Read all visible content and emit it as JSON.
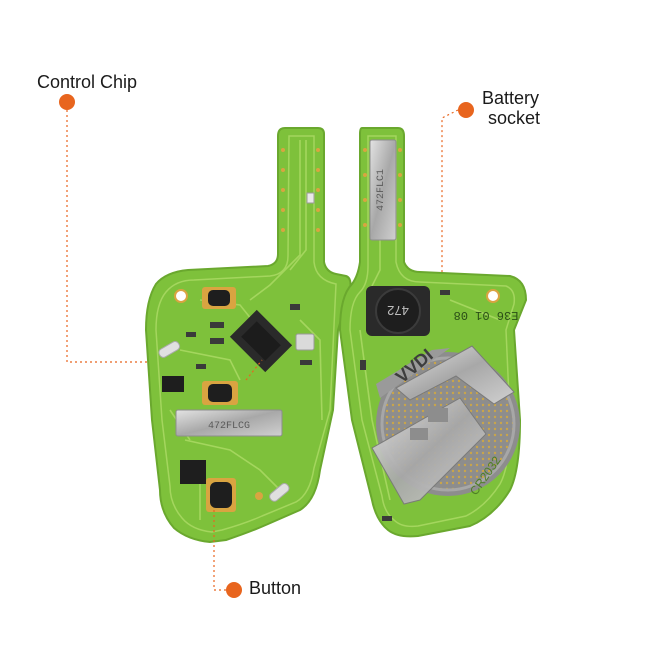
{
  "callouts": {
    "control_chip": "Control Chip",
    "battery_socket_line1": "Battery",
    "battery_socket_line2": "socket",
    "button": "Button"
  },
  "board_markings": {
    "inductor_left": "472FLCG",
    "inductor_right": "472FLC1",
    "inductor_round": "472",
    "date_code": "E36 01 08",
    "battery_clip_text": "CR2032",
    "battery_brand": "VVDI"
  },
  "colors": {
    "pcb_green": "#7ec13b",
    "pcb_dark_green": "#5e9a2a",
    "trace_green": "#a4d65e",
    "accent_orange": "#e8651e",
    "component_black": "#1e1e1e",
    "metal_silver": "#b9b9b9",
    "copper": "#d9a441"
  },
  "icons": {
    "callout_marker": "orange-dot-icon"
  }
}
